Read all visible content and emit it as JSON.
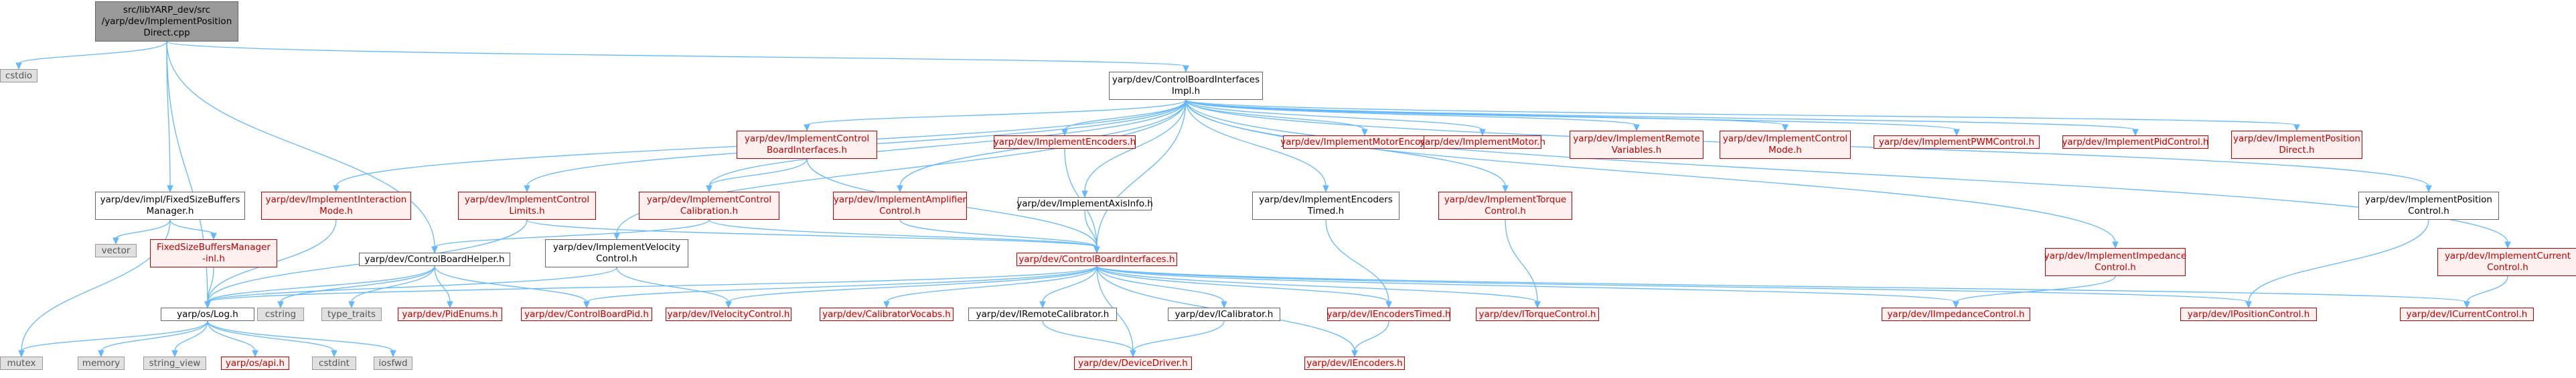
{
  "nodes": [
    {
      "id": "root",
      "label": "src/libYARP_dev/src\n/yarp/dev/ImplementPosition\nDirect.cpp",
      "kind": "root"
    },
    {
      "id": "cstdio",
      "label": "cstdio",
      "kind": "ext"
    },
    {
      "id": "cbii",
      "label": "yarp/dev/ControlBoardInterfaces\nImpl.h",
      "kind": "plain"
    },
    {
      "id": "fsbm",
      "label": "yarp/dev/impl/FixedSizeBuffers\nManager.h",
      "kind": "plain"
    },
    {
      "id": "iim",
      "label": "yarp/dev/ImplementInteraction\nMode.h",
      "kind": "miss"
    },
    {
      "id": "icl",
      "label": "yarp/dev/ImplementControl\nLimits.h",
      "kind": "miss"
    },
    {
      "id": "icbi",
      "label": "yarp/dev/ImplementControl\nBoardInterfaces.h",
      "kind": "miss"
    },
    {
      "id": "iivc",
      "label": "yarp/dev/ImplementVelocity\nControl.h",
      "kind": "plain"
    },
    {
      "id": "icc",
      "label": "yarp/dev/ImplementControl\nCalibration.h",
      "kind": "miss"
    },
    {
      "id": "iac",
      "label": "yarp/dev/ImplementAmplifier\nControl.h",
      "kind": "miss"
    },
    {
      "id": "ienc",
      "label": "yarp/dev/ImplementEncoders.h",
      "kind": "miss"
    },
    {
      "id": "iaxis",
      "label": "yarp/dev/ImplementAxisInfo.h",
      "kind": "plain"
    },
    {
      "id": "iet",
      "label": "yarp/dev/ImplementEncoders\nTimed.h",
      "kind": "plain"
    },
    {
      "id": "itc",
      "label": "yarp/dev/ImplementTorque\nControl.h",
      "kind": "miss"
    },
    {
      "id": "ime",
      "label": "yarp/dev/ImplementMotorEncoders.h",
      "kind": "miss"
    },
    {
      "id": "imot",
      "label": "yarp/dev/ImplementMotor.h",
      "kind": "miss"
    },
    {
      "id": "irv",
      "label": "yarp/dev/ImplementRemote\nVariables.h",
      "kind": "miss"
    },
    {
      "id": "icm",
      "label": "yarp/dev/ImplementControl\nMode.h",
      "kind": "miss"
    },
    {
      "id": "ipwm",
      "label": "yarp/dev/ImplementPWMControl.h",
      "kind": "miss"
    },
    {
      "id": "ipid",
      "label": "yarp/dev/ImplementPidControl.h",
      "kind": "miss"
    },
    {
      "id": "ipd",
      "label": "yarp/dev/ImplementPosition\nDirect.h",
      "kind": "miss"
    },
    {
      "id": "iimp",
      "label": "yarp/dev/ImplementImpedance\nControl.h",
      "kind": "miss"
    },
    {
      "id": "ipc",
      "label": "yarp/dev/ImplementPosition\nControl.h",
      "kind": "plain"
    },
    {
      "id": "icur",
      "label": "yarp/dev/ImplementCurrent\nControl.h",
      "kind": "miss"
    },
    {
      "id": "vector",
      "label": "vector",
      "kind": "ext"
    },
    {
      "id": "fsbmi",
      "label": "FixedSizeBuffersManager\n-inl.h",
      "kind": "miss"
    },
    {
      "id": "cbh",
      "label": "yarp/dev/ControlBoardHelper.h",
      "kind": "plain"
    },
    {
      "id": "cbi",
      "label": "yarp/dev/ControlBoardInterfaces.h",
      "kind": "miss"
    },
    {
      "id": "log",
      "label": "yarp/os/Log.h",
      "kind": "plain"
    },
    {
      "id": "cstring",
      "label": "cstring",
      "kind": "ext"
    },
    {
      "id": "typetraits",
      "label": "type_traits",
      "kind": "ext"
    },
    {
      "id": "pidenums",
      "label": "yarp/dev/PidEnums.h",
      "kind": "miss"
    },
    {
      "id": "cbpid",
      "label": "yarp/dev/ControlBoardPid.h",
      "kind": "miss"
    },
    {
      "id": "ivc",
      "label": "yarp/dev/IVelocityControl.h",
      "kind": "miss"
    },
    {
      "id": "calv",
      "label": "yarp/dev/CalibratorVocabs.h",
      "kind": "miss"
    },
    {
      "id": "irc",
      "label": "yarp/dev/IRemoteCalibrator.h",
      "kind": "plain"
    },
    {
      "id": "ical",
      "label": "yarp/dev/ICalibrator.h",
      "kind": "plain"
    },
    {
      "id": "iett",
      "label": "yarp/dev/IEncodersTimed.h",
      "kind": "miss"
    },
    {
      "id": "itqc",
      "label": "yarp/dev/ITorqueControl.h",
      "kind": "miss"
    },
    {
      "id": "iimpc",
      "label": "yarp/dev/IImpedanceControl.h",
      "kind": "miss"
    },
    {
      "id": "iposc",
      "label": "yarp/dev/IPositionControl.h",
      "kind": "miss"
    },
    {
      "id": "icurc",
      "label": "yarp/dev/ICurrentControl.h",
      "kind": "miss"
    },
    {
      "id": "mutex",
      "label": "mutex",
      "kind": "ext"
    },
    {
      "id": "memory",
      "label": "memory",
      "kind": "ext"
    },
    {
      "id": "string_view",
      "label": "string_view",
      "kind": "ext"
    },
    {
      "id": "osapi",
      "label": "yarp/os/api.h",
      "kind": "miss"
    },
    {
      "id": "cstdint",
      "label": "cstdint",
      "kind": "ext"
    },
    {
      "id": "iosfwd",
      "label": "iosfwd",
      "kind": "ext"
    },
    {
      "id": "devdrv",
      "label": "yarp/dev/DeviceDriver.h",
      "kind": "miss"
    },
    {
      "id": "iencs",
      "label": "yarp/dev/IEncoders.h",
      "kind": "miss"
    }
  ],
  "edges": [
    [
      "root",
      "cstdio"
    ],
    [
      "root",
      "cbii"
    ],
    [
      "root",
      "fsbm"
    ],
    [
      "root",
      "log"
    ],
    [
      "root",
      "cbh"
    ],
    [
      "cbii",
      "iim"
    ],
    [
      "cbii",
      "icl"
    ],
    [
      "cbii",
      "icbi"
    ],
    [
      "cbii",
      "iivc"
    ],
    [
      "cbii",
      "icc"
    ],
    [
      "cbii",
      "iac"
    ],
    [
      "cbii",
      "ienc"
    ],
    [
      "cbii",
      "iaxis"
    ],
    [
      "cbii",
      "iet"
    ],
    [
      "cbii",
      "itc"
    ],
    [
      "cbii",
      "ime"
    ],
    [
      "cbii",
      "imot"
    ],
    [
      "cbii",
      "irv"
    ],
    [
      "cbii",
      "icm"
    ],
    [
      "cbii",
      "ipwm"
    ],
    [
      "cbii",
      "ipid"
    ],
    [
      "cbii",
      "ipd"
    ],
    [
      "cbii",
      "iimp"
    ],
    [
      "cbii",
      "ipc"
    ],
    [
      "cbii",
      "icur"
    ],
    [
      "cbii",
      "cbi"
    ],
    [
      "fsbm",
      "vector"
    ],
    [
      "fsbm",
      "fsbmi"
    ],
    [
      "fsbm",
      "mutex"
    ],
    [
      "fsbmi",
      "log"
    ],
    [
      "iim",
      "log"
    ],
    [
      "icl",
      "log"
    ],
    [
      "icl",
      "cbi"
    ],
    [
      "icbi",
      "icc"
    ],
    [
      "icbi",
      "cbi"
    ],
    [
      "icc",
      "cbh"
    ],
    [
      "icc",
      "cbi"
    ],
    [
      "iac",
      "cbi"
    ],
    [
      "ienc",
      "cbi"
    ],
    [
      "iaxis",
      "cbi"
    ],
    [
      "iet",
      "iett"
    ],
    [
      "itc",
      "itqc"
    ],
    [
      "iivc",
      "ivc"
    ],
    [
      "iivc",
      "log"
    ],
    [
      "cbh",
      "log"
    ],
    [
      "cbh",
      "cstring"
    ],
    [
      "cbh",
      "typetraits"
    ],
    [
      "cbh",
      "pidenums"
    ],
    [
      "cbh",
      "cbpid"
    ],
    [
      "cbi",
      "log"
    ],
    [
      "cbi",
      "cbpid"
    ],
    [
      "cbi",
      "ivc"
    ],
    [
      "cbi",
      "calv"
    ],
    [
      "cbi",
      "irc"
    ],
    [
      "cbi",
      "devdrv"
    ],
    [
      "cbi",
      "ical"
    ],
    [
      "cbi",
      "iett"
    ],
    [
      "cbi",
      "itqc"
    ],
    [
      "cbi",
      "iencs"
    ],
    [
      "cbi",
      "iimpc"
    ],
    [
      "cbi",
      "iposc"
    ],
    [
      "cbi",
      "icurc"
    ],
    [
      "irc",
      "devdrv"
    ],
    [
      "ical",
      "devdrv"
    ],
    [
      "iett",
      "iencs"
    ],
    [
      "iimp",
      "iimpc"
    ],
    [
      "ipc",
      "iposc"
    ],
    [
      "icur",
      "icurc"
    ],
    [
      "log",
      "mutex"
    ],
    [
      "log",
      "memory"
    ],
    [
      "log",
      "string_view"
    ],
    [
      "log",
      "osapi"
    ],
    [
      "log",
      "cstdint"
    ],
    [
      "log",
      "iosfwd"
    ]
  ]
}
